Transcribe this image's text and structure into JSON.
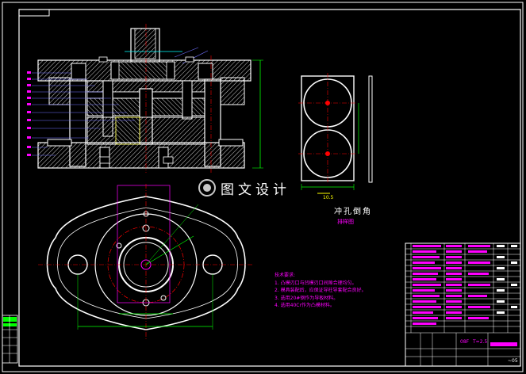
{
  "drawing": {
    "caption_main": "冲孔倒角",
    "caption_sub": "排样图",
    "watermark_text": "图文设计",
    "dimension_label": "10.5",
    "notes_title": "技术要求:",
    "notes": [
      "1.  凸模刃口与凹模刃口间隙合理均匀。",
      "2.  模具装配后，应保证导柱导套配合良好。",
      "3.  选用20#钢作为导板材料。",
      "4.  选用40Cr作为凸模材料。"
    ],
    "title_block": {
      "material": "08F",
      "thickness": "T=2.5",
      "sheet": "~05"
    }
  },
  "colors": {
    "background": "#000000",
    "line": "#ffffff",
    "cyan": "#00ffff",
    "magenta": "#ff00ff",
    "green": "#00ff00",
    "yellow": "#ffff00",
    "red": "#ff0000"
  }
}
